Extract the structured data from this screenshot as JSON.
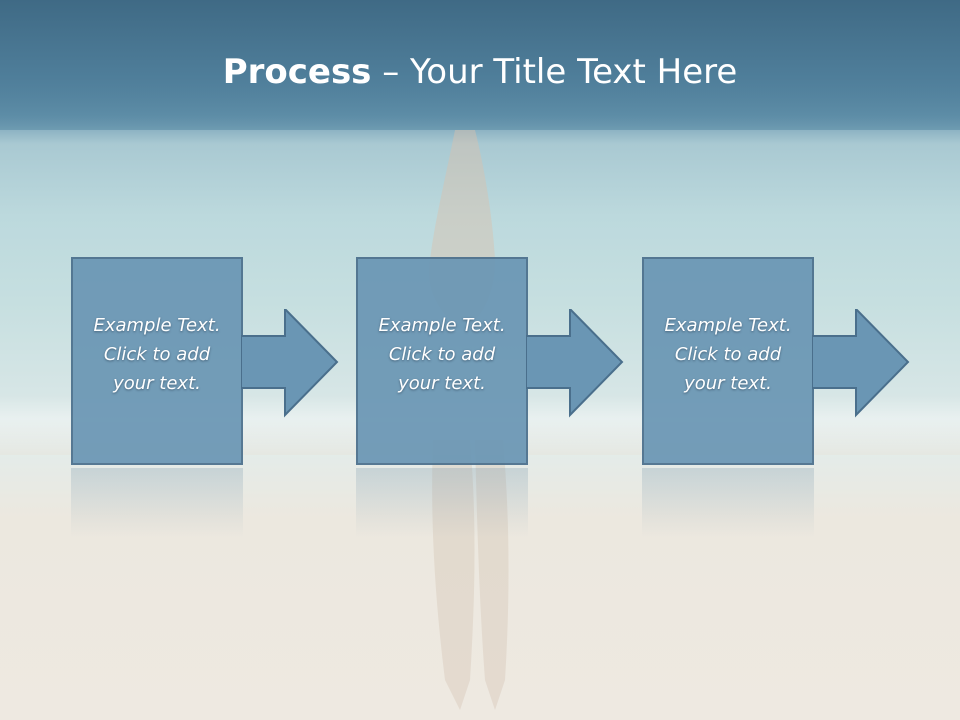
{
  "slide": {
    "title_bold": "Process",
    "title_rest": " – Your Title Text Here"
  },
  "steps": [
    {
      "line1": "Example Text.",
      "line2": "Click  to add",
      "line3": "your text."
    },
    {
      "line1": "Example Text.",
      "line2": "Click  to add",
      "line3": "your text."
    },
    {
      "line1": "Example Text.",
      "line2": "Click  to add",
      "line3": "your text."
    }
  ],
  "colors": {
    "box_fill": "#6a96b4",
    "box_border": "#4a6f8c",
    "title_text": "#ffffff"
  }
}
